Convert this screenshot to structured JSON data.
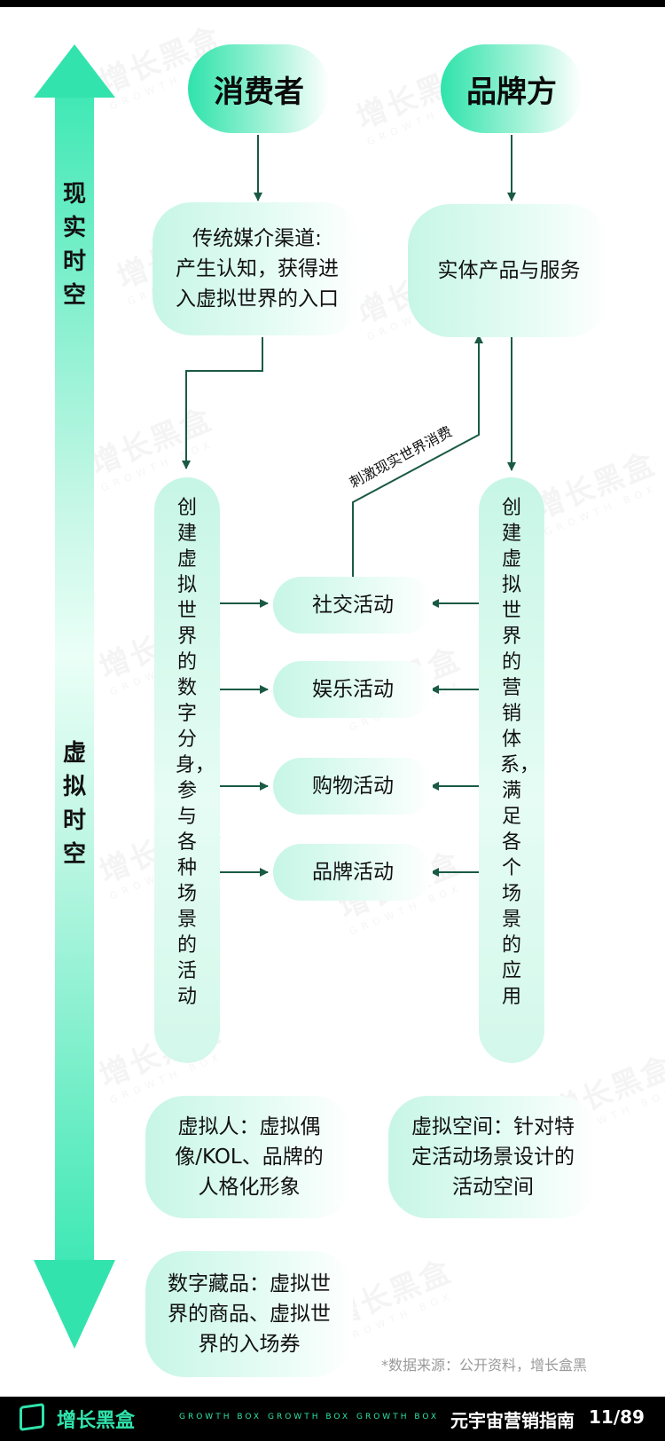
{
  "watermark": {
    "cn": "增长黑盒",
    "en": "GROWTH BOX"
  },
  "axis": {
    "top_label": "现实时空",
    "bottom_label": "虚拟时空"
  },
  "consumer": {
    "title": "消费者",
    "traditional": [
      "传统媒介渠道:",
      "产生认知，获得进",
      "入虚拟世界的入口"
    ],
    "avatar": "创建虚拟世界的数字分身，参与各种场景的活动"
  },
  "brand": {
    "title": "品牌方",
    "physical": "实体产品与服务",
    "marketing": "创建虚拟世界的营销体系，满足各个场景的应用"
  },
  "stimulus_label": "刺激现实世界消费",
  "activities": [
    "社交活动",
    "娱乐活动",
    "购物活动",
    "品牌活动"
  ],
  "bottom_boxes": {
    "virtual_human": [
      "虚拟人：虚拟偶",
      "像/KOL、品牌的",
      "人格化形象"
    ],
    "virtual_space": [
      "虚拟空间：针对特",
      "定活动场景设计的",
      "活动空间"
    ],
    "digital_collectibles": [
      "数字藏品：虚拟世",
      "界的商品、虚拟世",
      "界的入场券"
    ]
  },
  "source_note": "*数据来源：公开资料，增长盒黑",
  "footer": {
    "brand": "增长黑盒",
    "mini": [
      "GROWTH BOX",
      "GROWTH BOX",
      "GROWTH BOX"
    ],
    "title": "元宇宙营销指南",
    "page": "11/89"
  },
  "colors": {
    "accent": "#2fe3ab",
    "arrow": "#1a5a45",
    "dark": "#000000"
  }
}
